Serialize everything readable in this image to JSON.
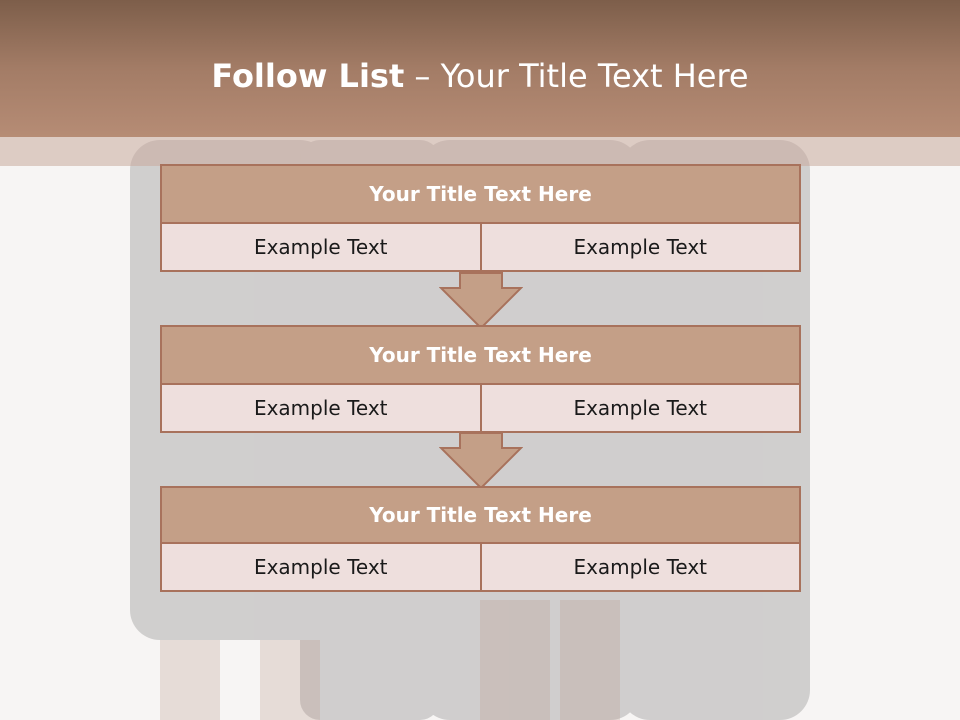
{
  "slide": {
    "title_bold": "Follow List",
    "title_rest": " – Your Title Text Here"
  },
  "blocks": [
    {
      "title": "Your Title Text Here",
      "cells": [
        "Example Text",
        "Example Text"
      ]
    },
    {
      "title": "Your Title Text Here",
      "cells": [
        "Example Text",
        "Example Text"
      ]
    },
    {
      "title": "Your Title Text Here",
      "cells": [
        "Example Text",
        "Example Text"
      ]
    }
  ],
  "colors": {
    "header": "#a37c66",
    "block_title": "#c49f87",
    "border": "#a8725c",
    "cell": "#eedddc"
  }
}
